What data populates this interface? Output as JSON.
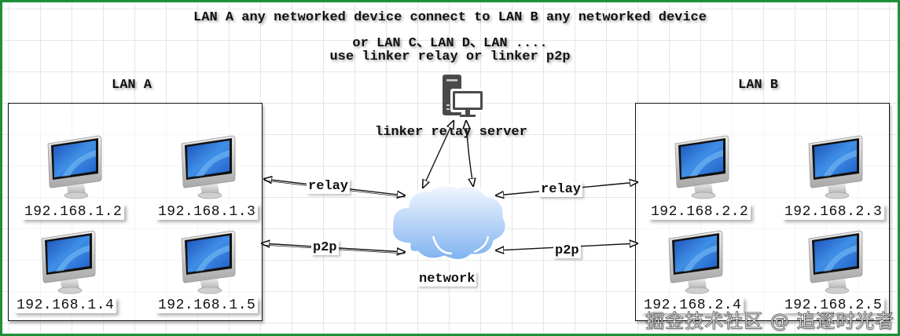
{
  "title": {
    "line1": "LAN A any networked device connect to LAN B any networked device",
    "line2": "or LAN C、LAN D、LAN ....",
    "line3": "use linker relay or linker p2p"
  },
  "lan_a": {
    "label": "LAN A",
    "devices": [
      {
        "ip": "192.168.1.2",
        "icon": "desktop-computer-icon"
      },
      {
        "ip": "192.168.1.3",
        "icon": "desktop-computer-icon"
      },
      {
        "ip": "192.168.1.4",
        "icon": "desktop-computer-icon"
      },
      {
        "ip": "192.168.1.5",
        "icon": "desktop-computer-icon"
      }
    ]
  },
  "lan_b": {
    "label": "LAN B",
    "devices": [
      {
        "ip": "192.168.2.2",
        "icon": "desktop-computer-icon"
      },
      {
        "ip": "192.168.2.3",
        "icon": "desktop-computer-icon"
      },
      {
        "ip": "192.168.2.4",
        "icon": "desktop-computer-icon"
      },
      {
        "ip": "192.168.2.5",
        "icon": "desktop-computer-icon"
      }
    ]
  },
  "relay_server": {
    "label": "linker relay server",
    "icon": "server-workstation-icon"
  },
  "network": {
    "label": "network",
    "icon": "cloud-icon"
  },
  "edges": {
    "a_relay": "relay",
    "a_p2p": "p2p",
    "b_relay": "relay",
    "b_p2p": "p2p"
  },
  "watermark": "掘金技术社区 @ 追逐时光者",
  "colors": {
    "frame": "#1e8f36",
    "grid": "#e6e6e6",
    "cloud_top": "#eef5ff",
    "cloud_bottom": "#7fb2f0",
    "server": "#4a4a4a"
  }
}
